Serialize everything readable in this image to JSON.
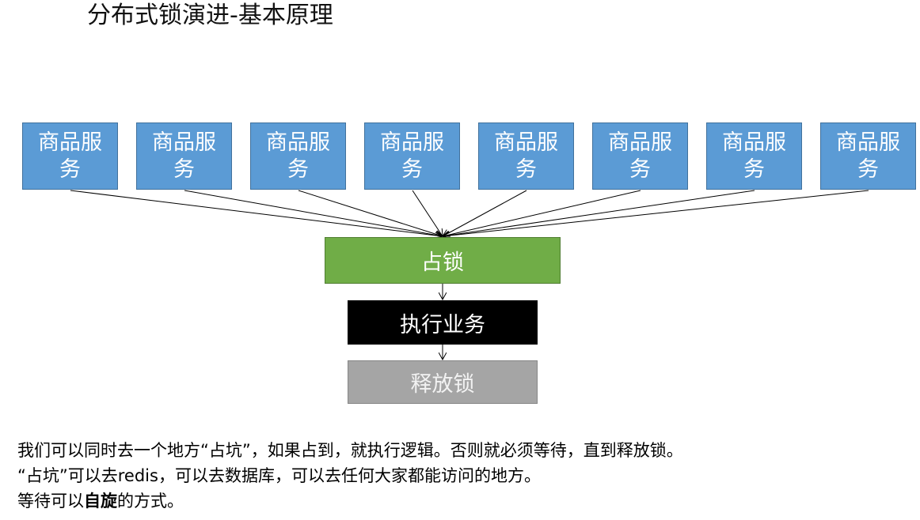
{
  "title": "分布式锁演进-基本原理",
  "services": [
    "商品服务",
    "商品服务",
    "商品服务",
    "商品服务",
    "商品服务",
    "商品服务",
    "商品服务",
    "商品服务"
  ],
  "steps": {
    "lock": "占锁",
    "execute": "执行业务",
    "release": "释放锁"
  },
  "colors": {
    "service": "#5b9bd5",
    "lock": "#70ad47",
    "execute": "#000000",
    "release": "#a5a5a5"
  },
  "description": {
    "line1": "我们可以同时去一个地方“占坑”，如果占到，就执行逻辑。否则就必须等待，直到释放锁。",
    "line2": "“占坑”可以去redis，可以去数据库，可以去任何大家都能访问的地方。",
    "line3_prefix": "等待可以",
    "line3_bold": "自旋",
    "line3_suffix": "的方式。"
  }
}
